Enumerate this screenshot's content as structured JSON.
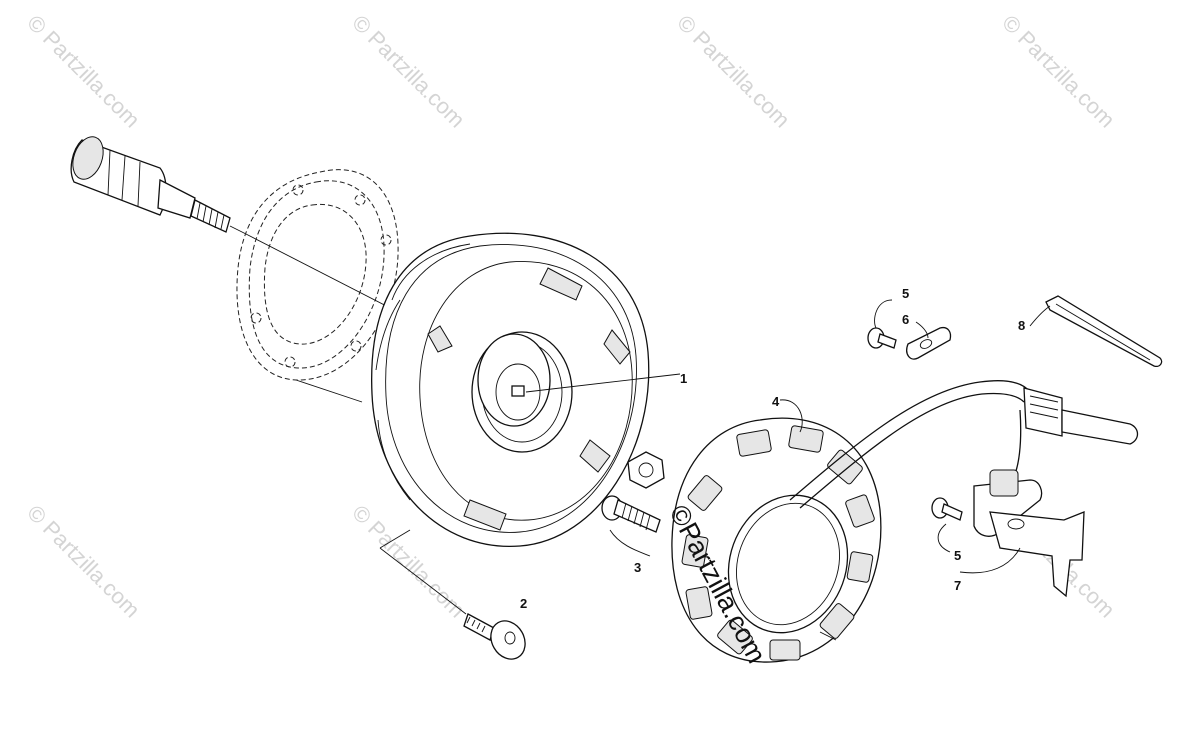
{
  "watermarks": [
    "© Partzilla.com",
    "© Partzilla.com",
    "© Partzilla.com",
    "© Partzilla.com",
    "© Partzilla.com",
    "© Partzilla.com",
    "© Partzilla.com"
  ],
  "center_watermark": "©Partzilla.com",
  "callouts": {
    "flywheel": "1",
    "bolt_2": "2",
    "bolt_3": "3",
    "stator": "4",
    "screw_5_top": "5",
    "plate_6": "6",
    "bracket_7": "7",
    "clamp_8": "8",
    "screw_5_bottom": "5"
  }
}
